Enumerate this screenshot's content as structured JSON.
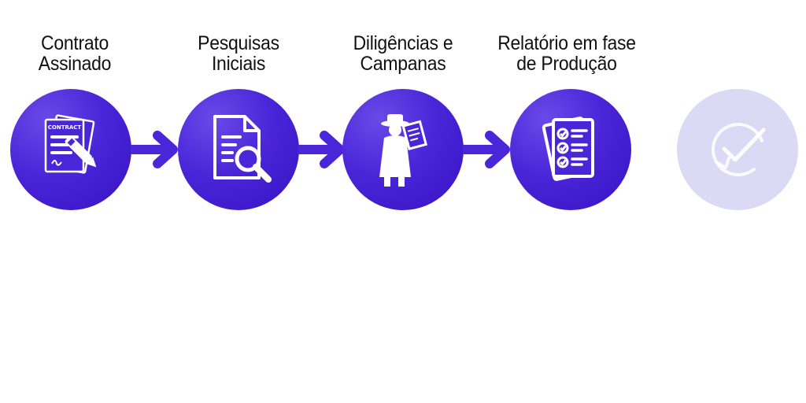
{
  "steps": [
    {
      "line1": "Contrato",
      "line2": "Assinado",
      "icon": "contract-icon",
      "status": "done"
    },
    {
      "line1": "Pesquisas",
      "line2": "Iniciais",
      "icon": "document-search-icon",
      "status": "done"
    },
    {
      "line1": "Diligências e",
      "line2": "Campanas",
      "icon": "detective-icon",
      "status": "done"
    },
    {
      "line1": "Relatório em fase",
      "line2": "de Produção",
      "icon": "checklist-icon",
      "status": "done"
    },
    {
      "line1": "",
      "line2": "",
      "icon": "check-icon",
      "status": "pending"
    }
  ],
  "icon_texts": {
    "contract": "CONTRACT"
  },
  "colors": {
    "accent": "#4a26d8",
    "pending": "#dcd9f4",
    "text": "#111111"
  }
}
